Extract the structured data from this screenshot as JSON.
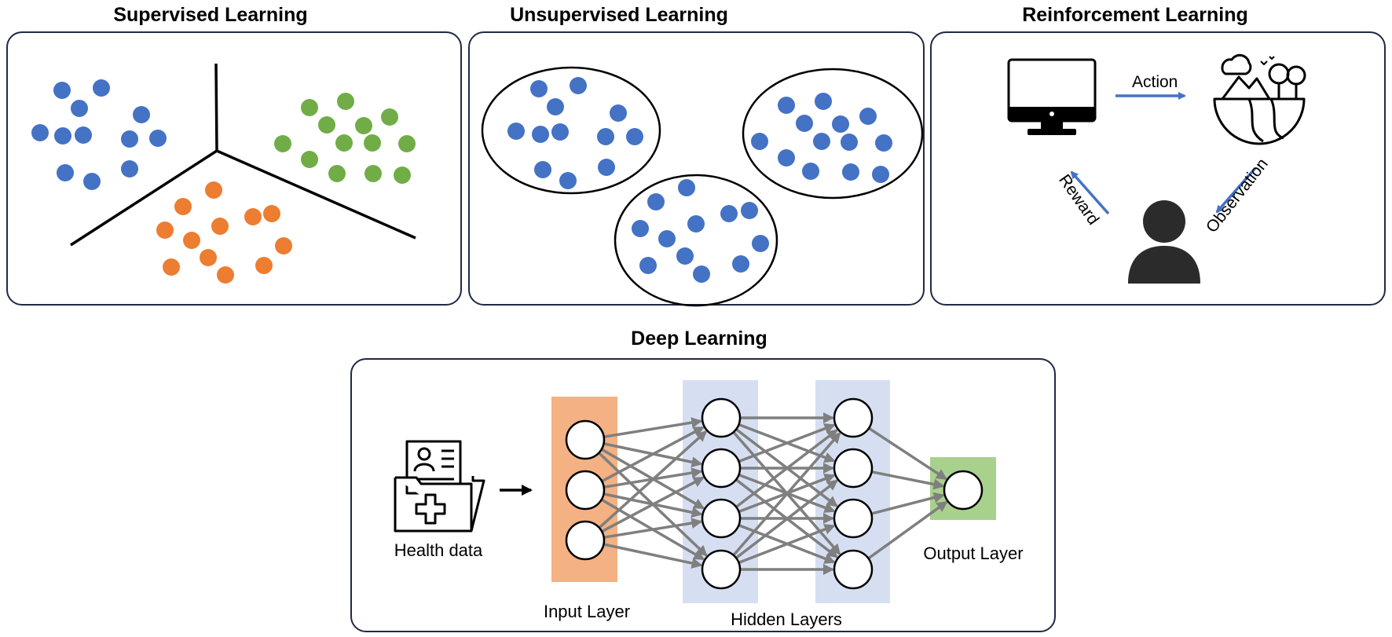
{
  "titles": {
    "supervised": "Supervised Learning",
    "unsupervised": "Unsupervised Learning",
    "reinforcement": "Reinforcement Learning",
    "deep": "Deep Learning"
  },
  "reinforcement": {
    "action": "Action",
    "observation": "Observation",
    "reward": "Reward"
  },
  "deep": {
    "health_data": "Health data",
    "input_layer": "Input Layer",
    "hidden_layers": "Hidden Layers",
    "output_layer": "Output Layer"
  },
  "colors": {
    "blue": "#4472c4",
    "green": "#70ad47",
    "orange": "#ed7d31",
    "panel_border": "#1f2a44",
    "input_band": "#f4b183",
    "hidden_band": "#d6dff2",
    "output_band": "#a9d18e",
    "edge": "#7f7f7f",
    "dark_icon": "#2b2b2b"
  },
  "icons": [
    "monitor-icon",
    "environment-icon",
    "person-icon",
    "health-record-icon"
  ]
}
